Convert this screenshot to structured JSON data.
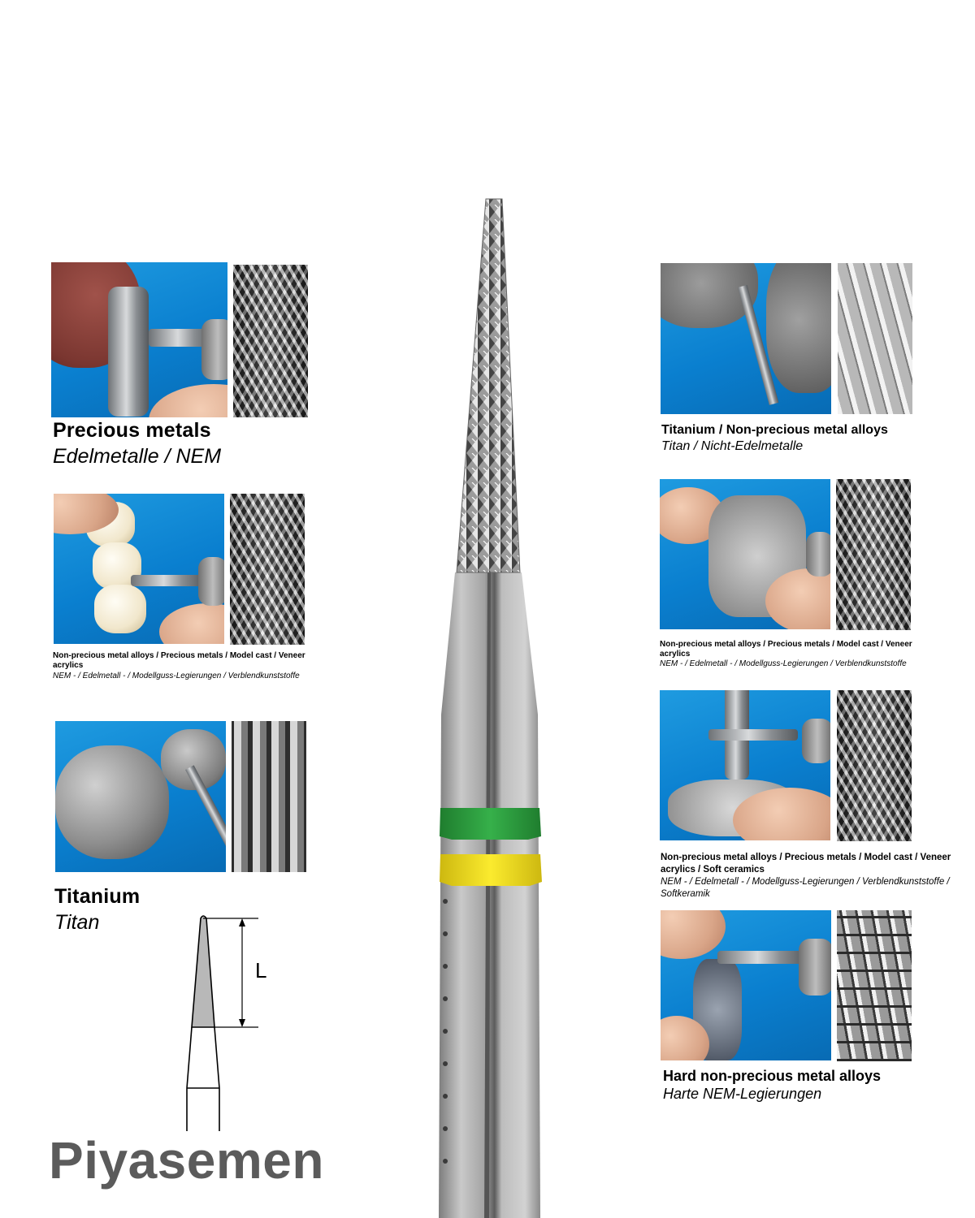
{
  "brand": "Piyasemen",
  "diagram": {
    "dimension_label": "L"
  },
  "panels": [
    {
      "title": "Precious metals",
      "subtitle": "Edelmetalle / NEM"
    },
    {
      "title": "Non-precious metal alloys / Precious metals / Model cast / Veneer acrylics",
      "subtitle": "NEM - / Edelmetall - / Modellguss-Legierungen / Verblendkunststoffe"
    },
    {
      "title": "Titanium",
      "subtitle": "Titan"
    },
    {
      "title": "Titanium / Non-precious metal alloys",
      "subtitle": "Titan / Nicht-Edelmetalle"
    },
    {
      "title": "Non-precious metal alloys / Precious metals / Model cast / Veneer acrylics",
      "subtitle": "NEM - / Edelmetall - / Modellguss-Legierungen / Verblendkunststoffe"
    },
    {
      "title": "Non-precious metal alloys / Precious metals / Model cast / Veneer acrylics / Soft ceramics",
      "subtitle": "NEM - / Edelmetall - / Modellguss-Legierungen / Verblendkunststoffe / Softkeramik"
    },
    {
      "title": "Hard non-precious metal alloys",
      "subtitle": "Harte NEM-Legierungen"
    }
  ],
  "colors": {
    "band_top": "#2a9a3c",
    "band_bottom": "#f2de1a",
    "photo_bg": "#0a7fcf",
    "brand": "#5b5b5b"
  },
  "icons": [
    "carbide-bur-image",
    "bur-dimension-diagram"
  ]
}
